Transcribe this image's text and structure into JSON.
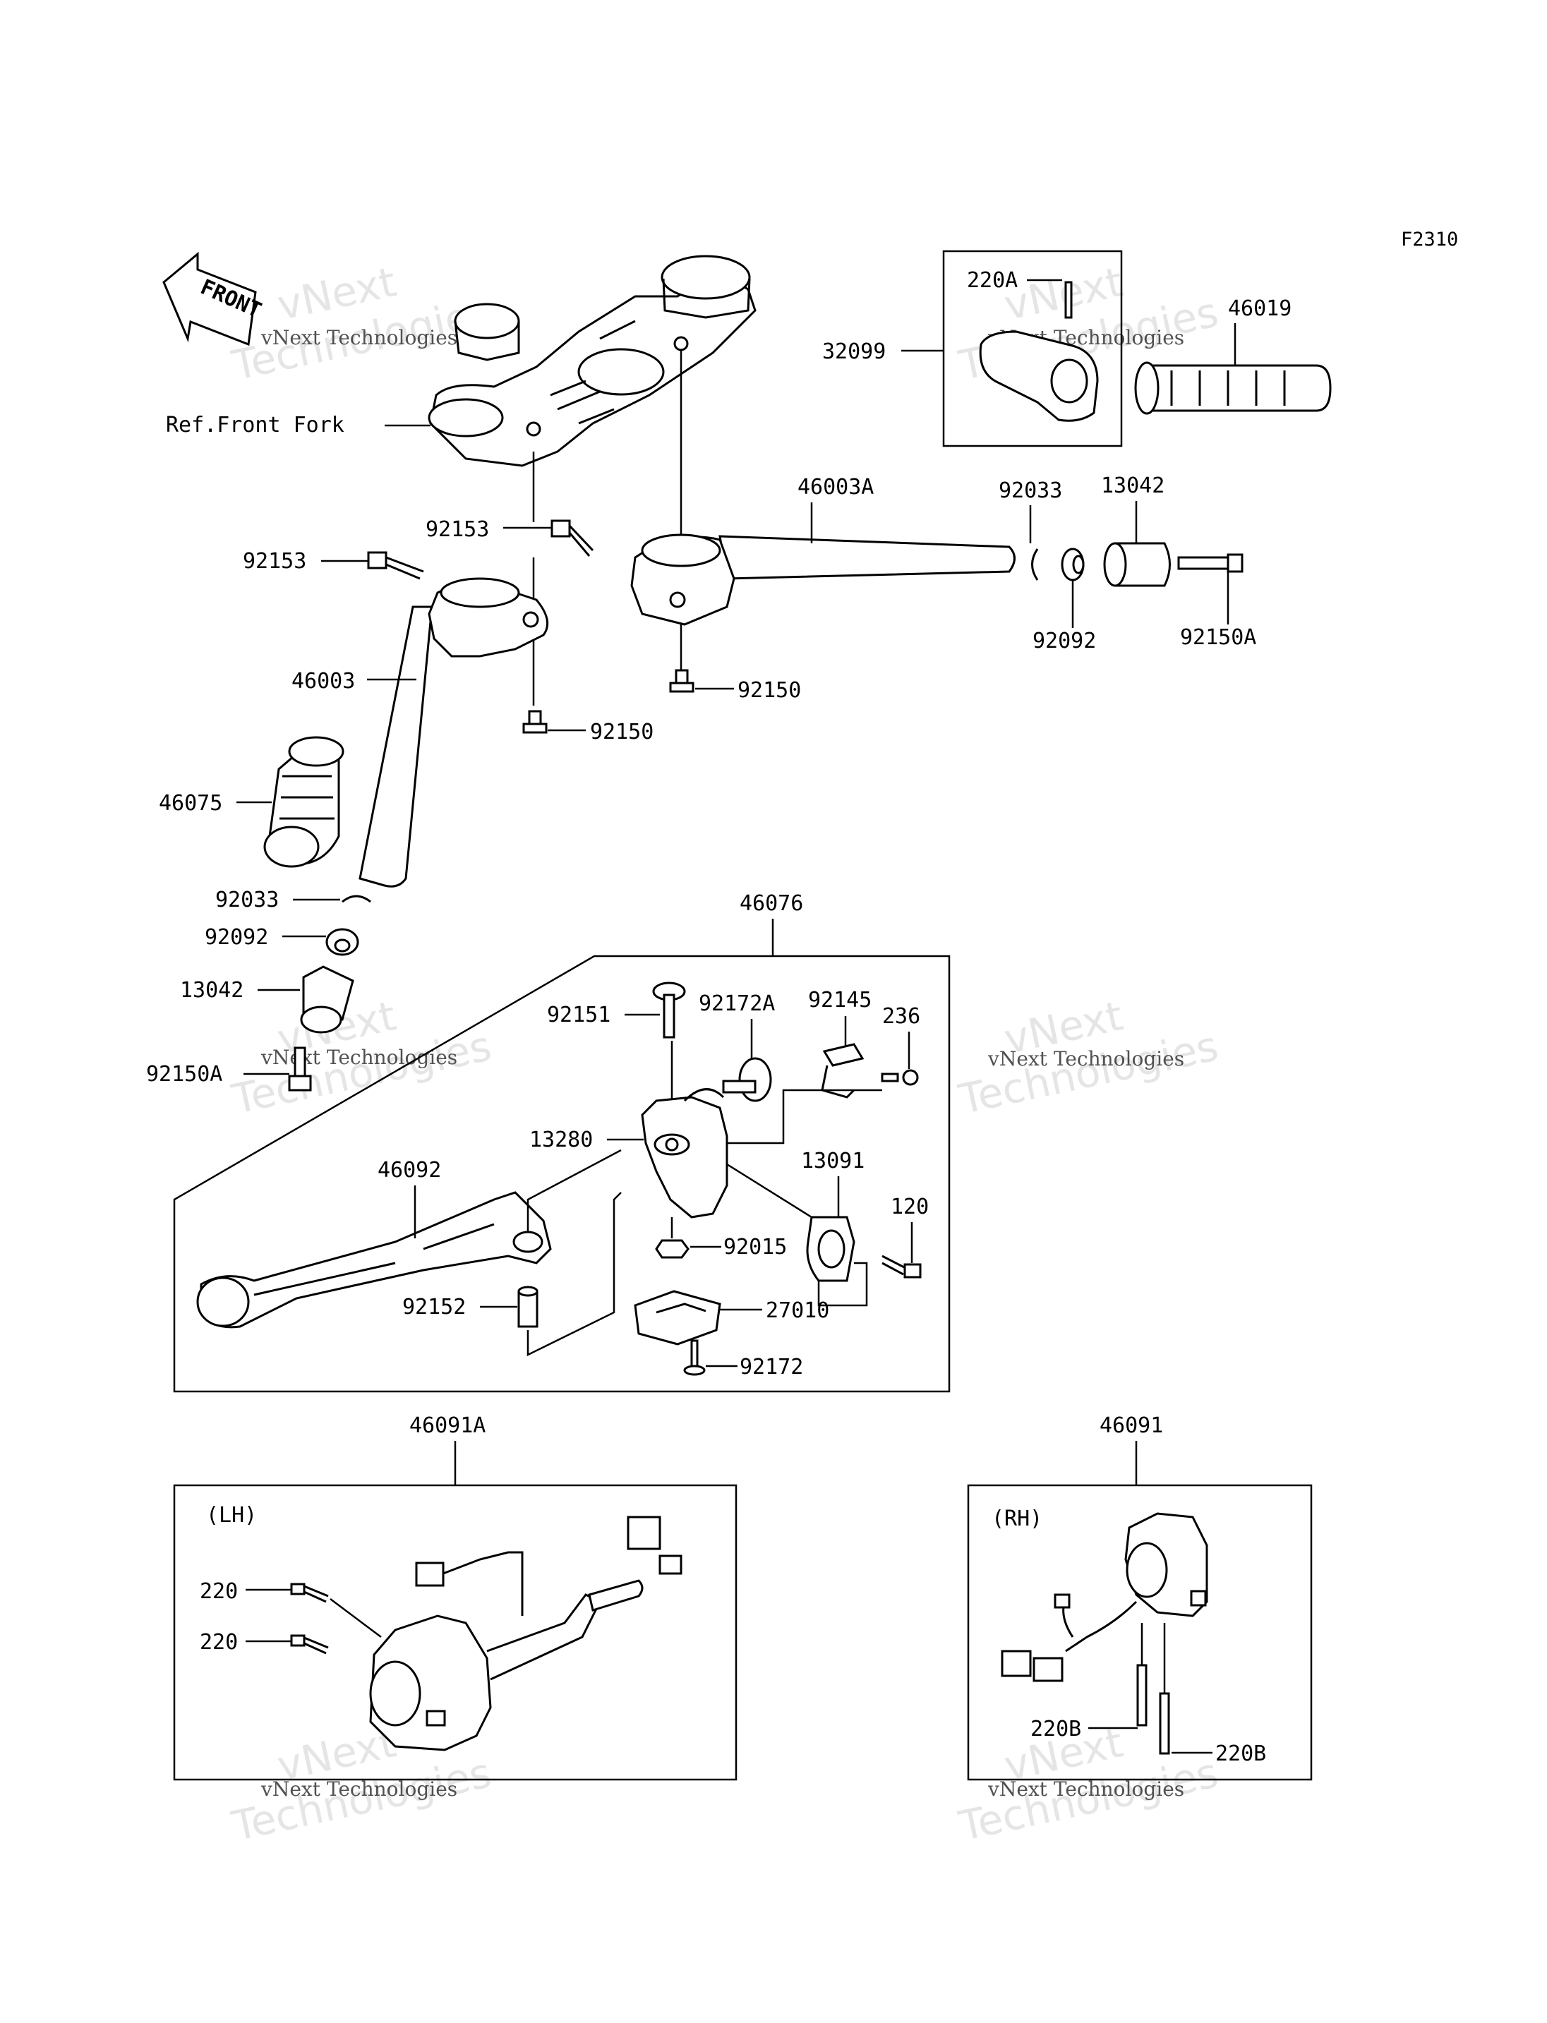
{
  "figure_code": "F2310",
  "front_arrow_text": "FRONT",
  "ref_text": "Ref.Front Fork",
  "group_labels": {
    "g46076": "46076",
    "g46091A": "46091A",
    "g46091": "46091",
    "lh": "(LH)",
    "rh": "(RH)"
  },
  "parts": {
    "p220A": "220A",
    "p32099": "32099",
    "p46019": "46019",
    "p46003A": "46003A",
    "p92033_top": "92033",
    "p13042_top": "13042",
    "p92153_mid": "92153",
    "p92153_left": "92153",
    "p92092_top": "92092",
    "p92150A_top": "92150A",
    "p92150_right": "92150",
    "p46003": "46003",
    "p92150_left": "92150",
    "p46075": "46075",
    "p92033_bot": "92033",
    "p92092_bot": "92092",
    "p13042_bot": "13042",
    "p92150A_bot": "92150A",
    "p92151": "92151",
    "p92172A": "92172A",
    "p92145": "92145",
    "p236": "236",
    "p13280": "13280",
    "p46092": "46092",
    "p13091": "13091",
    "p120": "120",
    "p92015": "92015",
    "p92152": "92152",
    "p27010": "27010",
    "p92172": "92172",
    "p220_a": "220",
    "p220_b": "220",
    "p220B_a": "220B",
    "p220B_b": "220B"
  },
  "watermark": {
    "brand": "vNext",
    "word": "Technologies",
    "line": "vNext Technologies"
  }
}
